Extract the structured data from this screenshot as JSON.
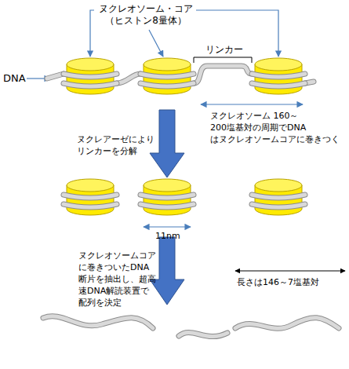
{
  "diagram": {
    "labels": [
      "ヌクレオソーム・コア （ヒストン8量体）",
      "DNA",
      "リンカー",
      "ヌクレオソーム 160～200塩基対の周期でDNA はヌクレオソームコアに巻きつく",
      "ヌクレアーゼにより リンカーを分解",
      "11nm",
      "ヌクレオソームコア に巻きついたDNA 断片を抽出し、超高 速DNA解読装置で 配列を決定",
      "長さは146～7塩基対"
    ]
  }
}
